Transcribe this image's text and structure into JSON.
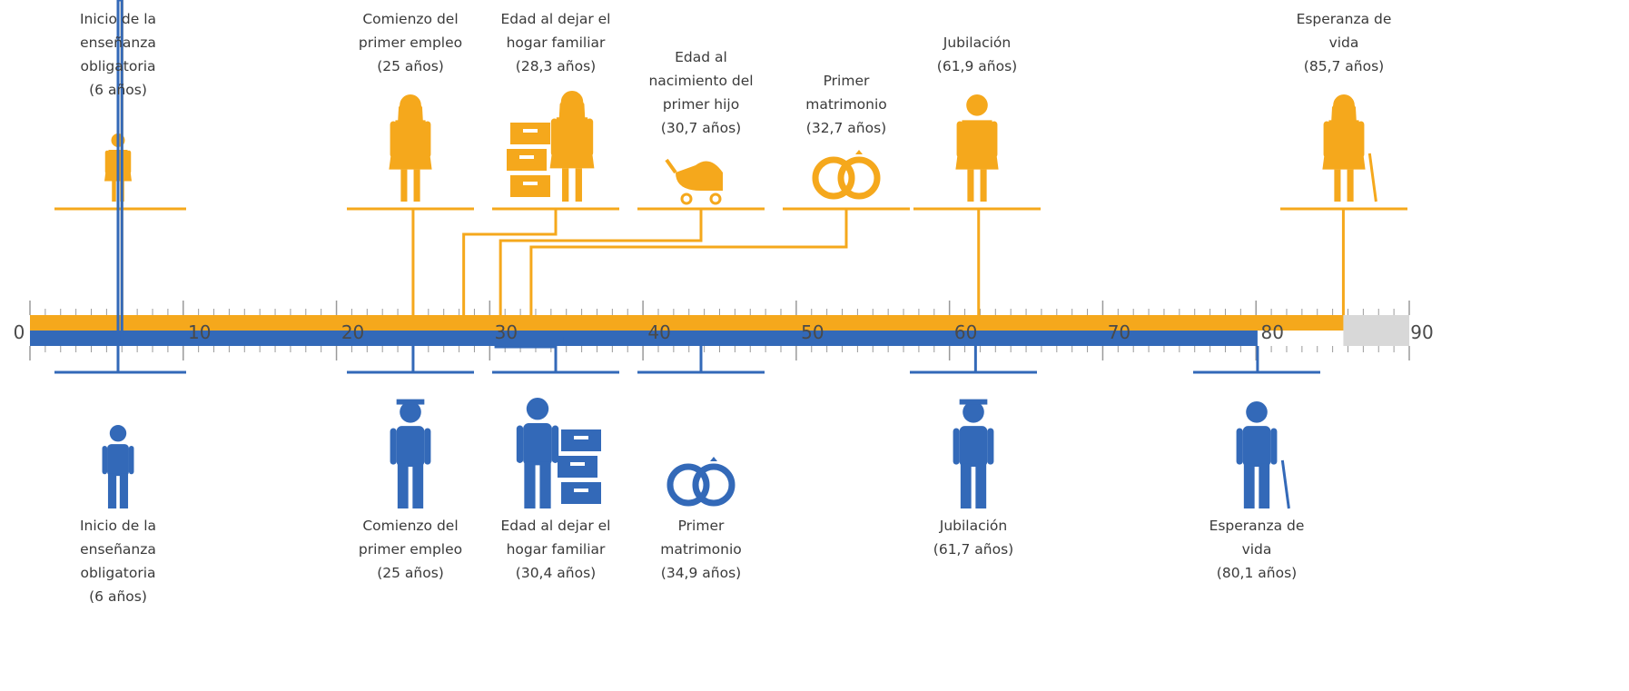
{
  "axis": {
    "min": 0,
    "max": 90,
    "female_bar_end": 85.7,
    "male_bar_end": 80.1,
    "tick_labels": [
      "0",
      "10",
      "20",
      "30",
      "40",
      "50",
      "60",
      "70",
      "80",
      "90"
    ]
  },
  "colors": {
    "female": "#F5A81C",
    "male": "#3369B8",
    "remainder": "#D8D8D8",
    "text": "#3A3A3A"
  },
  "women": [
    {
      "label": [
        "Inicio de la",
        "enseñanza",
        "obligatoria",
        "(6 años)"
      ],
      "age": 6,
      "icon": "girl-icon"
    },
    {
      "label": [
        "Comienzo del",
        "primer empleo",
        "(25 años)"
      ],
      "age": 25,
      "icon": "working-woman-icon"
    },
    {
      "label": [
        "Edad al dejar el",
        "hogar familiar",
        "(28,3 años)"
      ],
      "age": 28.3,
      "icon": "woman-with-boxes-icon"
    },
    {
      "label": [
        "Edad al",
        "nacimiento del",
        "primer hijo",
        "(30,7 años)"
      ],
      "age": 30.7,
      "icon": "baby-stroller-icon"
    },
    {
      "label": [
        "Primer",
        "matrimonio",
        "(32,7 años)"
      ],
      "age": 32.7,
      "icon": "wedding-rings-icon"
    },
    {
      "label": [
        "Jubilación",
        "(61,9 años)"
      ],
      "age": 61.9,
      "icon": "retired-woman-icon"
    },
    {
      "label": [
        "Esperanza de",
        "vida",
        "(85,7 años)"
      ],
      "age": 85.7,
      "icon": "elderly-woman-icon"
    }
  ],
  "men": [
    {
      "label": [
        "Inicio de la",
        "enseñanza",
        "obligatoria",
        "(6 años)"
      ],
      "age": 6,
      "icon": "boy-icon"
    },
    {
      "label": [
        "Comienzo del",
        "primer empleo",
        "(25 años)"
      ],
      "age": 25,
      "icon": "working-man-icon"
    },
    {
      "label": [
        "Edad al dejar el",
        "hogar familiar",
        "(30,4 años)"
      ],
      "age": 30.4,
      "icon": "man-with-boxes-icon"
    },
    {
      "label": [
        "Primer",
        "matrimonio",
        "(34,9 años)"
      ],
      "age": 34.9,
      "icon": "wedding-rings-icon"
    },
    {
      "label": [
        "Jubilación",
        "(61,7 años)"
      ],
      "age": 61.7,
      "icon": "retired-man-icon"
    },
    {
      "label": [
        "Esperanza de",
        "vida",
        "(80,1 años)"
      ],
      "age": 80.1,
      "icon": "elderly-man-icon"
    }
  ]
}
